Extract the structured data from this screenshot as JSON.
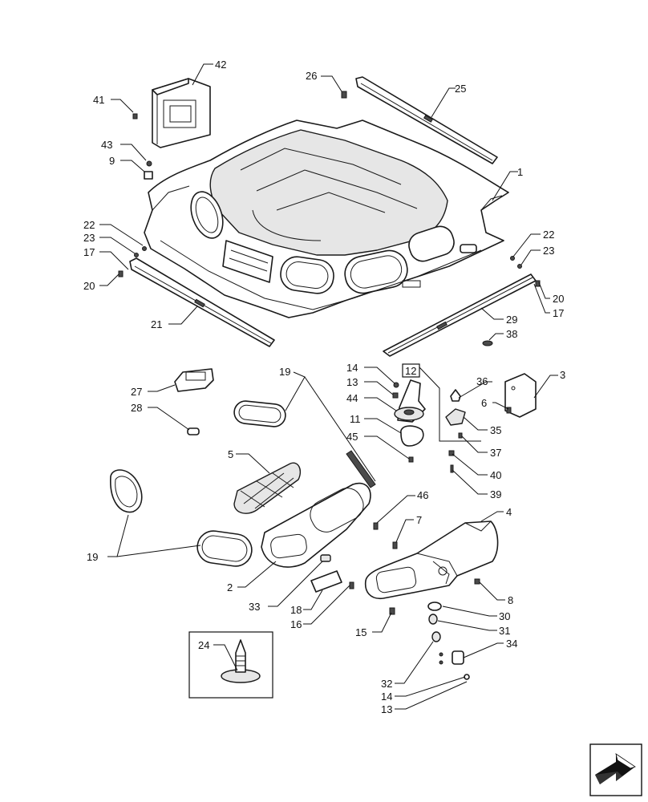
{
  "callouts": [
    {
      "id": "c42",
      "text": "42"
    },
    {
      "id": "c41",
      "text": "41"
    },
    {
      "id": "c26",
      "text": "26"
    },
    {
      "id": "c25",
      "text": "25"
    },
    {
      "id": "c43",
      "text": "43"
    },
    {
      "id": "c9",
      "text": "9"
    },
    {
      "id": "c1",
      "text": "1"
    },
    {
      "id": "c22a",
      "text": "22"
    },
    {
      "id": "c23a",
      "text": "23"
    },
    {
      "id": "c17a",
      "text": "17"
    },
    {
      "id": "c20a",
      "text": "20"
    },
    {
      "id": "c22b",
      "text": "22"
    },
    {
      "id": "c23b",
      "text": "23"
    },
    {
      "id": "c20b",
      "text": "20"
    },
    {
      "id": "c17b",
      "text": "17"
    },
    {
      "id": "c21",
      "text": "21"
    },
    {
      "id": "c29",
      "text": "29"
    },
    {
      "id": "c38",
      "text": "38"
    },
    {
      "id": "c19a",
      "text": "19"
    },
    {
      "id": "c14a",
      "text": "14"
    },
    {
      "id": "c12",
      "text": "12"
    },
    {
      "id": "c13a",
      "text": "13"
    },
    {
      "id": "c36",
      "text": "36"
    },
    {
      "id": "c3",
      "text": "3"
    },
    {
      "id": "c27",
      "text": "27"
    },
    {
      "id": "c44",
      "text": "44"
    },
    {
      "id": "c6",
      "text": "6"
    },
    {
      "id": "c28",
      "text": "28"
    },
    {
      "id": "c35",
      "text": "35"
    },
    {
      "id": "c11",
      "text": "11"
    },
    {
      "id": "c45",
      "text": "45"
    },
    {
      "id": "c37",
      "text": "37"
    },
    {
      "id": "c5",
      "text": "5"
    },
    {
      "id": "c40",
      "text": "40"
    },
    {
      "id": "c39",
      "text": "39"
    },
    {
      "id": "c46",
      "text": "46"
    },
    {
      "id": "c4",
      "text": "4"
    },
    {
      "id": "c7",
      "text": "7"
    },
    {
      "id": "c19b",
      "text": "19"
    },
    {
      "id": "c2",
      "text": "2"
    },
    {
      "id": "c8",
      "text": "8"
    },
    {
      "id": "c33",
      "text": "33"
    },
    {
      "id": "c18",
      "text": "18"
    },
    {
      "id": "c30",
      "text": "30"
    },
    {
      "id": "c16",
      "text": "16"
    },
    {
      "id": "c31",
      "text": "31"
    },
    {
      "id": "c15",
      "text": "15"
    },
    {
      "id": "c24",
      "text": "24"
    },
    {
      "id": "c34",
      "text": "34"
    },
    {
      "id": "c32",
      "text": "32"
    },
    {
      "id": "c14b",
      "text": "14"
    },
    {
      "id": "c13b",
      "text": "13"
    }
  ],
  "icons": {
    "nav": "next-page-arrow-icon"
  }
}
